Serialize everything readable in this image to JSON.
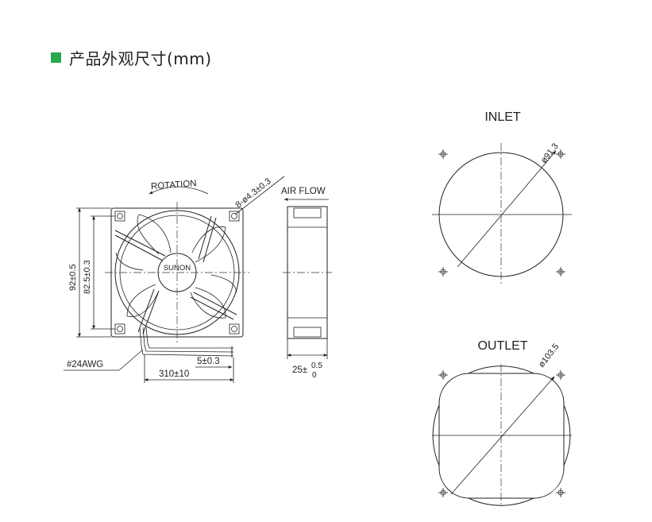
{
  "header": {
    "title": "产品外观尺寸(mm)",
    "accent_color": "#2aa84a"
  },
  "front_view": {
    "rotation_label": "ROTATION",
    "hole_label": "8-ø4.3±0.3",
    "hub_label": "SUNON",
    "height_outer": "92±0.5",
    "height_inner": "82.5±0.3",
    "wire_gauge": "#24AWG",
    "strip_length": "5±0.3",
    "cable_length": "310±10"
  },
  "side_view": {
    "airflow_label": "AIR FLOW",
    "thickness_base": "25±",
    "thickness_upper": "0.5",
    "thickness_lower": "0"
  },
  "inlet": {
    "label": "INLET",
    "diameter": "ø91.3"
  },
  "outlet": {
    "label": "OUTLET",
    "diameter": "ø103.5"
  }
}
